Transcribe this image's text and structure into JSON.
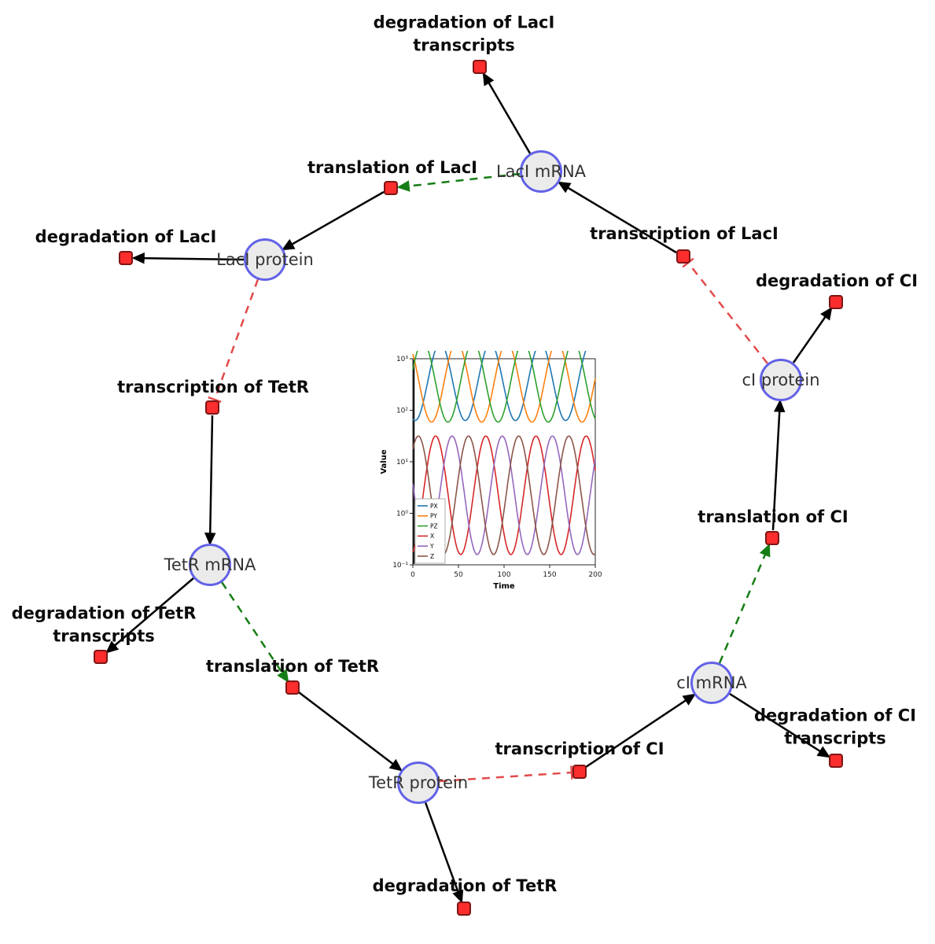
{
  "figure": {
    "kind": "gene-regulatory-network",
    "name": "repressilator network with simulation inset"
  },
  "nodes": {
    "laci_mrna": {
      "label": "LacI mRNA",
      "type": "species"
    },
    "laci_protein": {
      "label": "LacI protein",
      "type": "species"
    },
    "tetr_mrna": {
      "label": "TetR mRNA",
      "type": "species"
    },
    "tetr_protein": {
      "label": "TetR protein",
      "type": "species"
    },
    "ci_mrna": {
      "label": "cI mRNA",
      "type": "species"
    },
    "ci_protein": {
      "label": "cI protein",
      "type": "species"
    },
    "deg_laci_tx": {
      "label": "degradation of LacI transcripts",
      "type": "reaction"
    },
    "transl_laci": {
      "label": "translation of LacI",
      "type": "reaction"
    },
    "transc_laci": {
      "label": "transcription of LacI",
      "type": "reaction"
    },
    "deg_laci": {
      "label": "degradation of LacI",
      "type": "reaction"
    },
    "transc_tetr": {
      "label": "transcription of TetR",
      "type": "reaction"
    },
    "deg_ci": {
      "label": "degradation of CI",
      "type": "reaction"
    },
    "transl_ci": {
      "label": "translation of CI",
      "type": "reaction"
    },
    "deg_tetr_tx": {
      "label": "degradation of TetR transcripts",
      "type": "reaction"
    },
    "transl_tetr": {
      "label": "translation of TetR",
      "type": "reaction"
    },
    "transc_ci": {
      "label": "transcription of CI",
      "type": "reaction"
    },
    "deg_ci_tx": {
      "label": "degradation of CI transcripts",
      "type": "reaction"
    },
    "deg_tetr": {
      "label": "degradation of TetR",
      "type": "reaction"
    }
  },
  "edge_styles": {
    "consumption_production": {
      "color": "#000000",
      "style": "solid",
      "end": "arrow"
    },
    "modifier": {
      "color": "#157d15",
      "style": "dashed",
      "end": "arrow"
    },
    "inhibition": {
      "color": "#e24a4a",
      "style": "dashed",
      "end": "t-bar"
    }
  },
  "chart_data": {
    "type": "line",
    "title": "",
    "xlabel": "Time",
    "ylabel": "Value",
    "x_range": [
      0,
      200
    ],
    "x_ticks": [
      0,
      50,
      100,
      150,
      200
    ],
    "y_scale": "log",
    "log_range": [
      -1,
      3
    ],
    "y_ticks": [
      {
        "exp": -1,
        "label": "10⁻¹"
      },
      {
        "exp": 0,
        "label": "10⁰"
      },
      {
        "exp": 1,
        "label": "10¹"
      },
      {
        "exp": 2,
        "label": "10²"
      },
      {
        "exp": 3,
        "label": "10³"
      }
    ],
    "legend_position": "lower left",
    "series": [
      {
        "name": "PX",
        "color": "#1f77b4",
        "log_mean": 2.55,
        "log_amp": 0.75,
        "period": 55,
        "peak_t": 30
      },
      {
        "name": "PY",
        "color": "#ff7f0e",
        "log_mean": 2.55,
        "log_amp": 0.78,
        "period": 55,
        "peak_t": 48
      },
      {
        "name": "PZ",
        "color": "#2ca02c",
        "log_mean": 2.55,
        "log_amp": 0.78,
        "period": 55,
        "peak_t": 66
      },
      {
        "name": "X",
        "color": "#d62728",
        "log_mean": 0.35,
        "log_amp": 1.15,
        "period": 55,
        "peak_t": 25
      },
      {
        "name": "Y",
        "color": "#9467bd",
        "log_mean": 0.35,
        "log_amp": 1.15,
        "period": 55,
        "peak_t": 43
      },
      {
        "name": "Z",
        "color": "#8c564b",
        "log_mean": 0.35,
        "log_amp": 1.15,
        "period": 55,
        "peak_t": 61
      }
    ]
  }
}
